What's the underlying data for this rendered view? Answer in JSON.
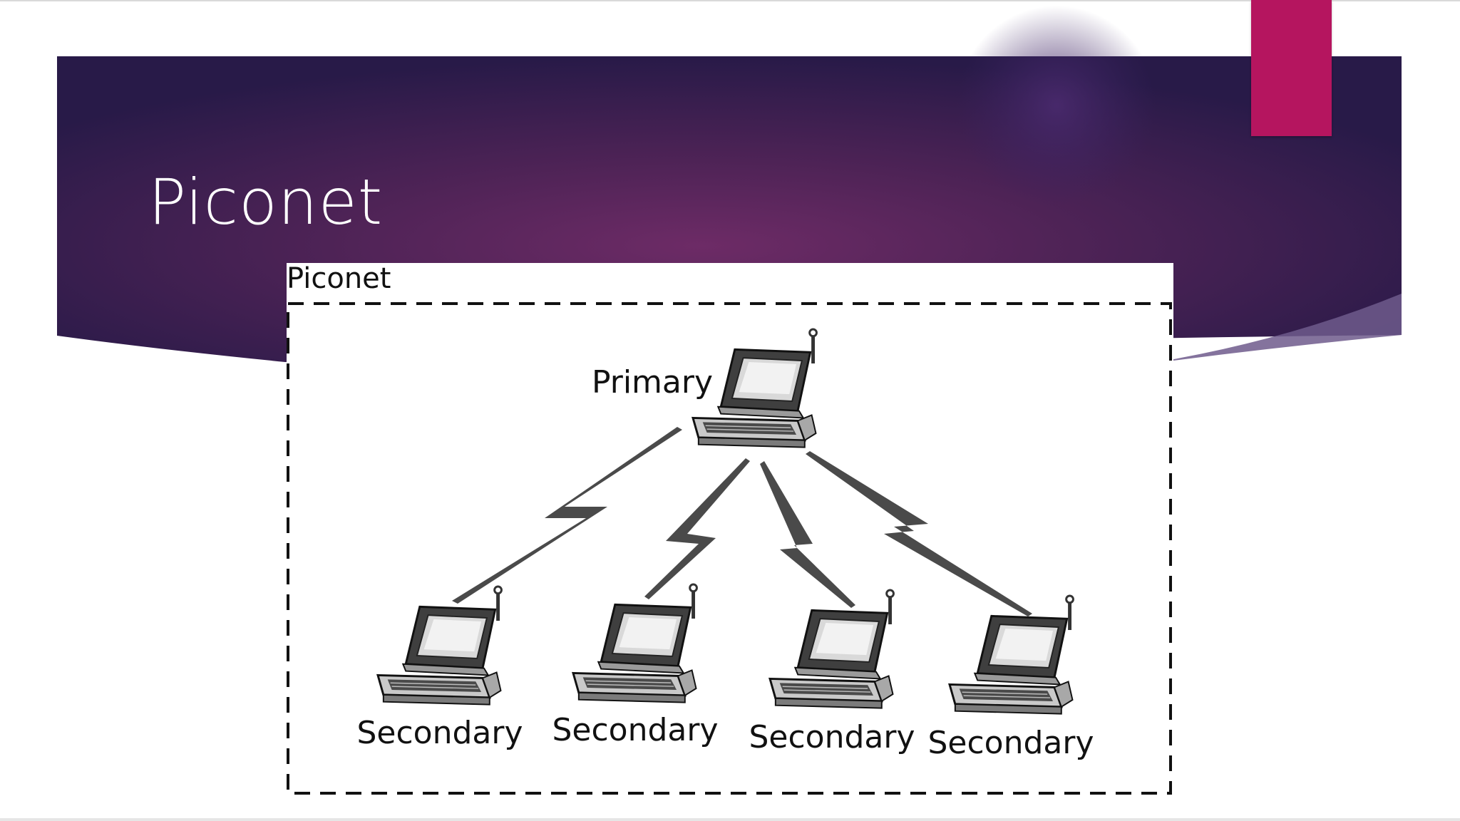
{
  "slide": {
    "title": "Piconet"
  },
  "diagram": {
    "caption": "Piconet",
    "primary": {
      "label": "Primary",
      "icon": "laptop-icon"
    },
    "secondaries": [
      {
        "label": "Secondary",
        "icon": "laptop-icon"
      },
      {
        "label": "Secondary",
        "icon": "laptop-icon"
      },
      {
        "label": "Secondary",
        "icon": "laptop-icon"
      },
      {
        "label": "Secondary",
        "icon": "laptop-icon"
      }
    ],
    "link_icon": "lightning-link-icon"
  },
  "colors": {
    "banner_dark": "#2a1c4c",
    "banner_mid": "#6b2a64",
    "accent": "#b5155f",
    "figure_ink": "#111111"
  }
}
